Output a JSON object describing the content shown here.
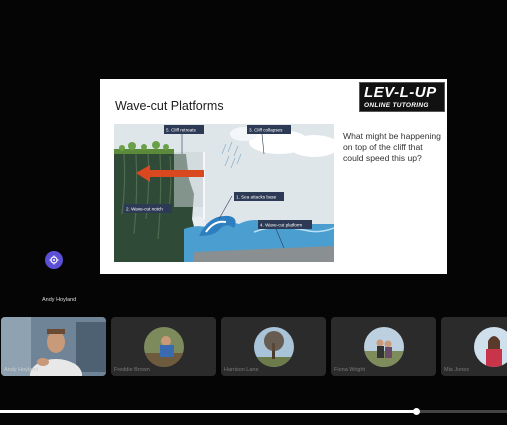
{
  "slide": {
    "title": "Wave-cut Platforms",
    "logo_main": "LEV-L-UP",
    "logo_sub": "ONLINE TUTORING",
    "question": "What might be happening on top of the cliff that could speed this up?",
    "labels": {
      "cliff_retreats": "5. Cliff retreats",
      "cliff_collapses": "3. Cliff collapses",
      "sea_attacks_base": "1. Sea attacks base",
      "wave_cut_notch": "2. Wave-cut notch",
      "wave_cut_platform": "4. Wave-cut platform"
    }
  },
  "presenter": {
    "name": "Andy Hoyland"
  },
  "participants": [
    {
      "name": "Andy Hoyland",
      "active": true
    },
    {
      "name": "Freddie Brown",
      "active": false
    },
    {
      "name": "Harrison Lane",
      "active": false
    },
    {
      "name": "Fiona Wright",
      "active": false
    },
    {
      "name": "Mia Jones",
      "active": false
    }
  ],
  "playback": {
    "progress": 0.82
  },
  "colors": {
    "accent": "#5b4fd6",
    "sea": "#4a9fd0",
    "cliff": "#3f5a3a"
  }
}
